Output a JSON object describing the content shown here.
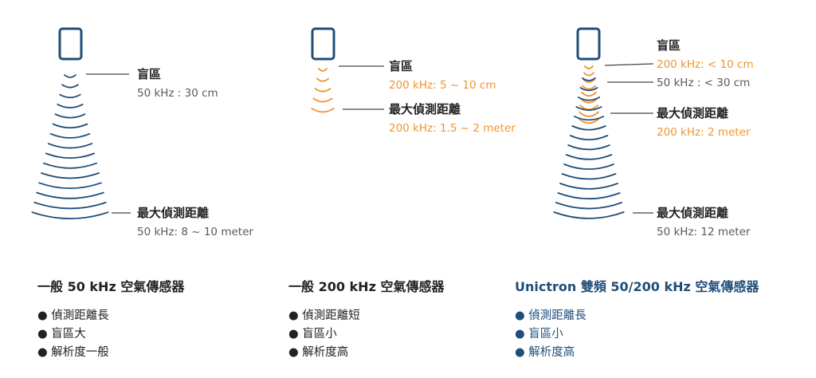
{
  "colors": {
    "navy": "#1f4e79",
    "orange": "#f0952f",
    "text": "#222222",
    "value_gray": "#5a5a5a",
    "leader": "#444444",
    "brand": "#1f4e79"
  },
  "sensors": [
    {
      "id": "50k",
      "blind_title": "盲區",
      "blind_values": [
        {
          "text": "50 kHz : 30 cm",
          "color": "gray"
        }
      ],
      "range_title": "最大偵測距離",
      "range_values": [
        {
          "text": "50 kHz: 8 ~ 10 meter",
          "color": "gray"
        }
      ],
      "heading": "一般 50 kHz 空氣傳感器",
      "heading_color": "text",
      "bullets": [
        "● 偵測距離長",
        "● 盲區大",
        "● 解析度一般"
      ],
      "bullet_color": "text"
    },
    {
      "id": "200k",
      "blind_title": "盲區",
      "blind_values": [
        {
          "text": "200 kHz: 5 ~ 10 cm",
          "color": "orange"
        }
      ],
      "range_title": "最大偵測距離",
      "range_values": [
        {
          "text": "200 kHz: 1.5 ~ 2 meter",
          "color": "orange"
        }
      ],
      "heading": "一般 200 kHz 空氣傳感器",
      "heading_color": "text",
      "bullets": [
        "● 偵測距離短",
        "● 盲區小",
        "● 解析度高"
      ],
      "bullet_color": "text"
    },
    {
      "id": "dual",
      "blind_title": "盲區",
      "blind_values": [
        {
          "text": "200 kHz: < 10 cm",
          "color": "orange"
        },
        {
          "text": "50 kHz : < 30 cm",
          "color": "gray"
        }
      ],
      "range_title_200": "最大偵測距離",
      "range_values_200": [
        {
          "text": "200 kHz: 2 meter",
          "color": "orange"
        }
      ],
      "range_title": "最大偵測距離",
      "range_values": [
        {
          "text": "50 kHz: 12 meter",
          "color": "gray"
        }
      ],
      "heading": "Unictron 雙頻 50/200 kHz 空氣傳感器",
      "heading_color": "brand",
      "bullets": [
        "● 偵測距離長",
        "● 盲區小",
        "● 解析度高"
      ],
      "bullet_color": "brand"
    }
  ]
}
